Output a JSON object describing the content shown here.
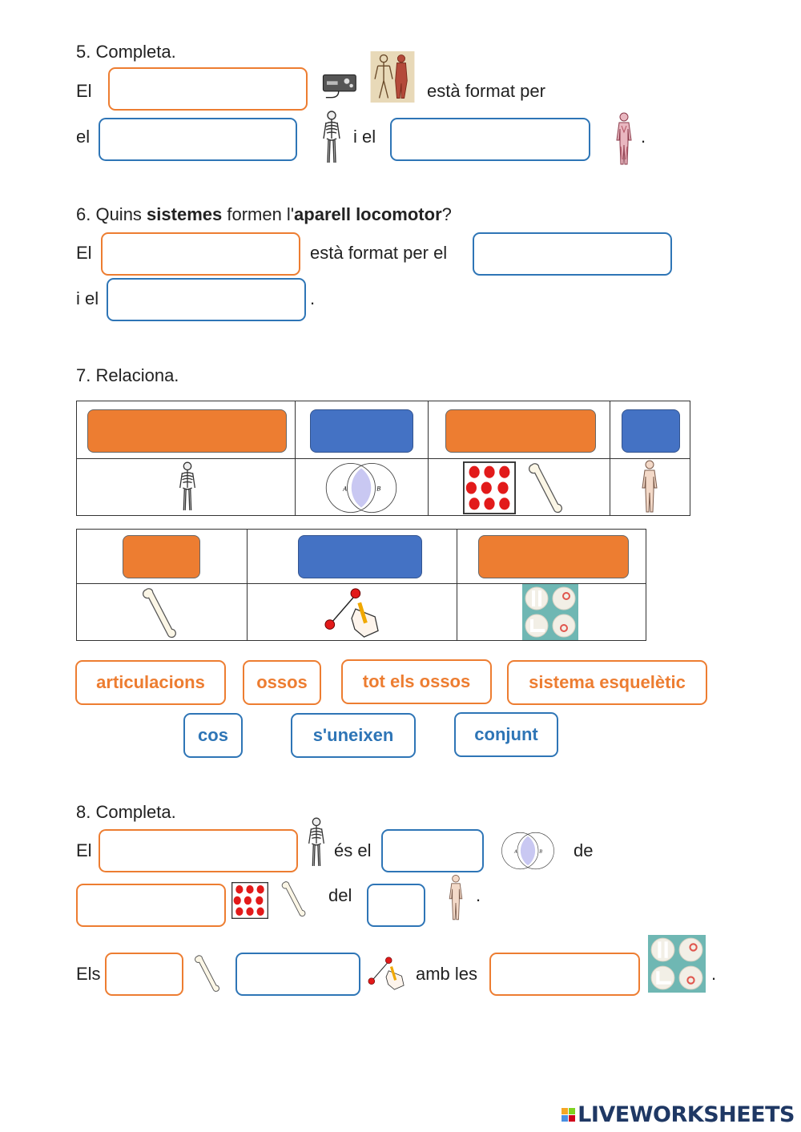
{
  "q5": {
    "title": "5. Completa.",
    "line1_start": "El",
    "line1_end": "està format per",
    "line2_start": "el",
    "line2_mid": "i el",
    "line2_end": "."
  },
  "q6": {
    "title_num": "6. Quins ",
    "title_bold1": "sistemes",
    "title_mid": " formen l'",
    "title_bold2": "aparell locomotor",
    "title_end": "?",
    "line1_start": "El",
    "line1_mid": "està format per el",
    "line2_start": "i el",
    "line2_end": "."
  },
  "q7": {
    "title": "7. Relaciona.",
    "word_bank_orange": [
      "articulacions",
      "ossos",
      "tot els ossos",
      "sistema esquelètic"
    ],
    "word_bank_blue": [
      "cos",
      "s'uneixen",
      "conjunt"
    ]
  },
  "q8": {
    "title": "8. Completa.",
    "line1_start": "El",
    "line1_mid": "és el",
    "line1_end": "de",
    "line2_mid": "del",
    "line2_end": ".",
    "line3_start": "Els",
    "line3_mid": "amb les",
    "line3_end": "."
  },
  "logo": {
    "text": "LIVEWORKSHEETS"
  },
  "colors": {
    "orange": "#ed7d31",
    "blue": "#2e75b6",
    "slot_blue": "#4472c4",
    "brand": "#1f3864"
  },
  "icons": [
    "skeleton-icon",
    "muscle-body-icon",
    "machine-icon",
    "venn-diagram-icon",
    "red-dots-icon",
    "bone-icon",
    "hand-connect-icon",
    "joints-icon",
    "human-body-icon"
  ]
}
